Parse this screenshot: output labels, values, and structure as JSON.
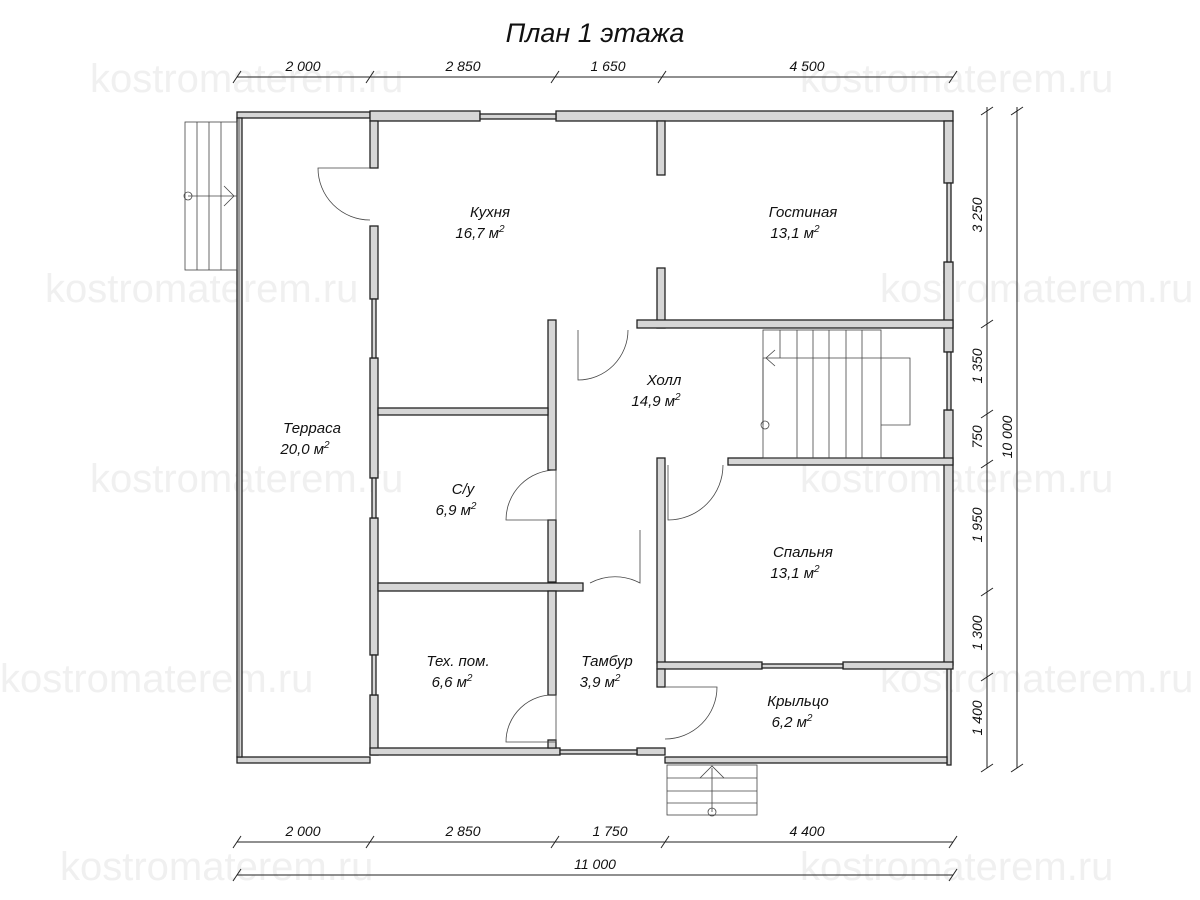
{
  "title": "План 1 этажа",
  "watermark": "kostromaterem.ru",
  "dims_top": [
    "2 000",
    "2 850",
    "1 650",
    "4 500"
  ],
  "dims_bottom": [
    "2 000",
    "2 850",
    "1 750",
    "4 400"
  ],
  "dim_total_width": "11 000",
  "dims_right": [
    "3 250",
    "1 350",
    "750",
    "1 950",
    "1 300",
    "1 400"
  ],
  "dim_total_height": "10 000",
  "rooms": [
    {
      "name": "Кухня",
      "area": "16,7 м",
      "sup": "2"
    },
    {
      "name": "Гостиная",
      "area": "13,1 м",
      "sup": "2"
    },
    {
      "name": "Холл",
      "area": "14,9 м",
      "sup": "2"
    },
    {
      "name": "Терраса",
      "area": "20,0 м",
      "sup": "2"
    },
    {
      "name": "С/у",
      "area": "6,9 м",
      "sup": "2"
    },
    {
      "name": "Спальня",
      "area": "13,1 м",
      "sup": "2"
    },
    {
      "name": "Тех. пом.",
      "area": "6,6 м",
      "sup": "2"
    },
    {
      "name": "Тамбур",
      "area": "3,9 м",
      "sup": "2"
    },
    {
      "name": "Крыльцо",
      "area": "6,2 м",
      "sup": "2"
    }
  ]
}
